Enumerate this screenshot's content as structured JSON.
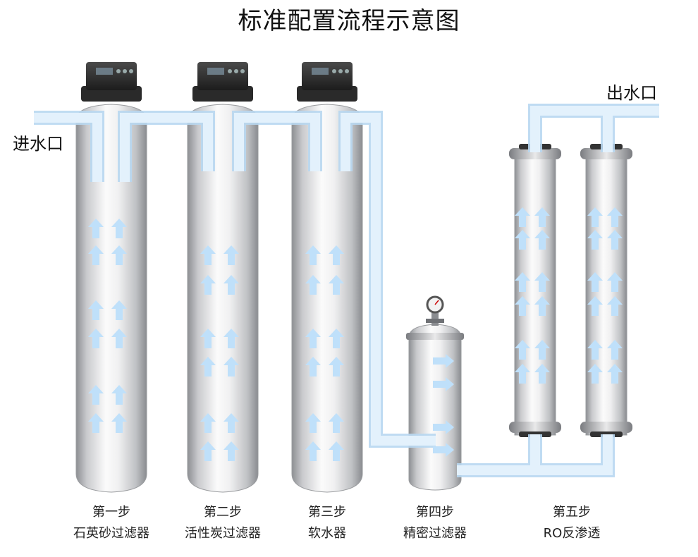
{
  "title": "标准配置流程示意图",
  "inlet_label": "进水口",
  "outlet_label": "出水口",
  "stages": [
    {
      "step": "第一步",
      "name": "石英砂过滤器"
    },
    {
      "step": "第二步",
      "name": "活性炭过滤器"
    },
    {
      "step": "第三步",
      "name": "软水器"
    },
    {
      "step": "第四步",
      "name": "精密过滤器"
    },
    {
      "step": "第五步",
      "name": "RO反渗透"
    }
  ],
  "colors": {
    "pipe": "#d9ecfb",
    "pipe_edge": "#b9d8f1",
    "arrow": "#bfe0fa",
    "valve": "#2b2b2b"
  }
}
